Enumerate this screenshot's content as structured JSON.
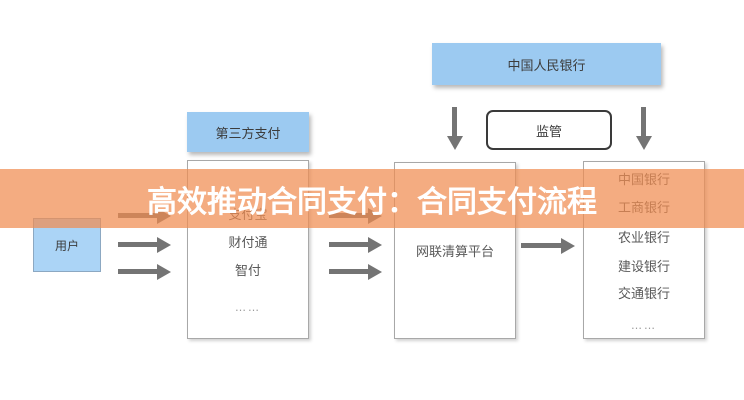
{
  "banner": {
    "title": "高效推动合同支付：合同支付流程"
  },
  "pboc": {
    "label": "中国人民银行"
  },
  "supervision": {
    "label": "监管"
  },
  "user": {
    "label": "用户"
  },
  "third_party": {
    "header": "第三方支付",
    "items": [
      "支付宝",
      "财付通",
      "智付",
      "……"
    ]
  },
  "clearing": {
    "label": "网联清算平台"
  },
  "banks": {
    "items": [
      "中国银行",
      "工商银行",
      "农业银行",
      "建设银行",
      "交通银行",
      "……"
    ]
  },
  "colors": {
    "box_blue": "#9ccaf1",
    "user_blue": "#abd4f6",
    "banner_orange": "#f08c50",
    "arrow_gray": "#747474",
    "border_gray": "#a8a8a8"
  }
}
